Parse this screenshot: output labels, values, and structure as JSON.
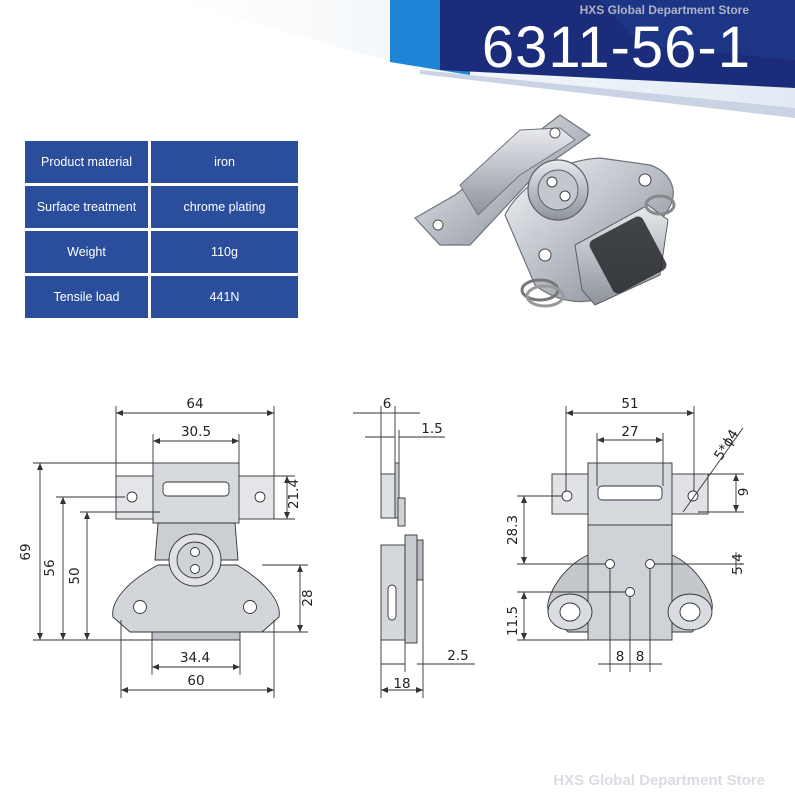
{
  "header": {
    "model_code": "6311-56-1",
    "watermark": "HXS Global Department Store"
  },
  "specs": [
    {
      "label": "Product material",
      "value": "iron"
    },
    {
      "label": "Surface treatment",
      "value": "chrome plating"
    },
    {
      "label": "Weight",
      "value": "110g"
    },
    {
      "label": "Tensile load",
      "value": "441N"
    }
  ],
  "dimensions": {
    "front": {
      "w64": "64",
      "w30_5": "30.5",
      "h21_4": "21.4",
      "h69": "69",
      "h56": "56",
      "h50": "50",
      "h28": "28",
      "w34_4": "34.4",
      "w60": "60"
    },
    "side": {
      "t6": "6",
      "t1_5": "1.5",
      "t2_5": "2.5",
      "t18": "18"
    },
    "back": {
      "w51": "51",
      "w27": "27",
      "holes": "5*ϕ4",
      "h9": "9",
      "h28_3": "28.3",
      "h5_4": "5.4",
      "h11_5": "11.5",
      "w8a": "8",
      "w8b": "8"
    }
  },
  "colors": {
    "banner_blue": "#1b2d7a",
    "table_blue": "#2a4e9c"
  }
}
